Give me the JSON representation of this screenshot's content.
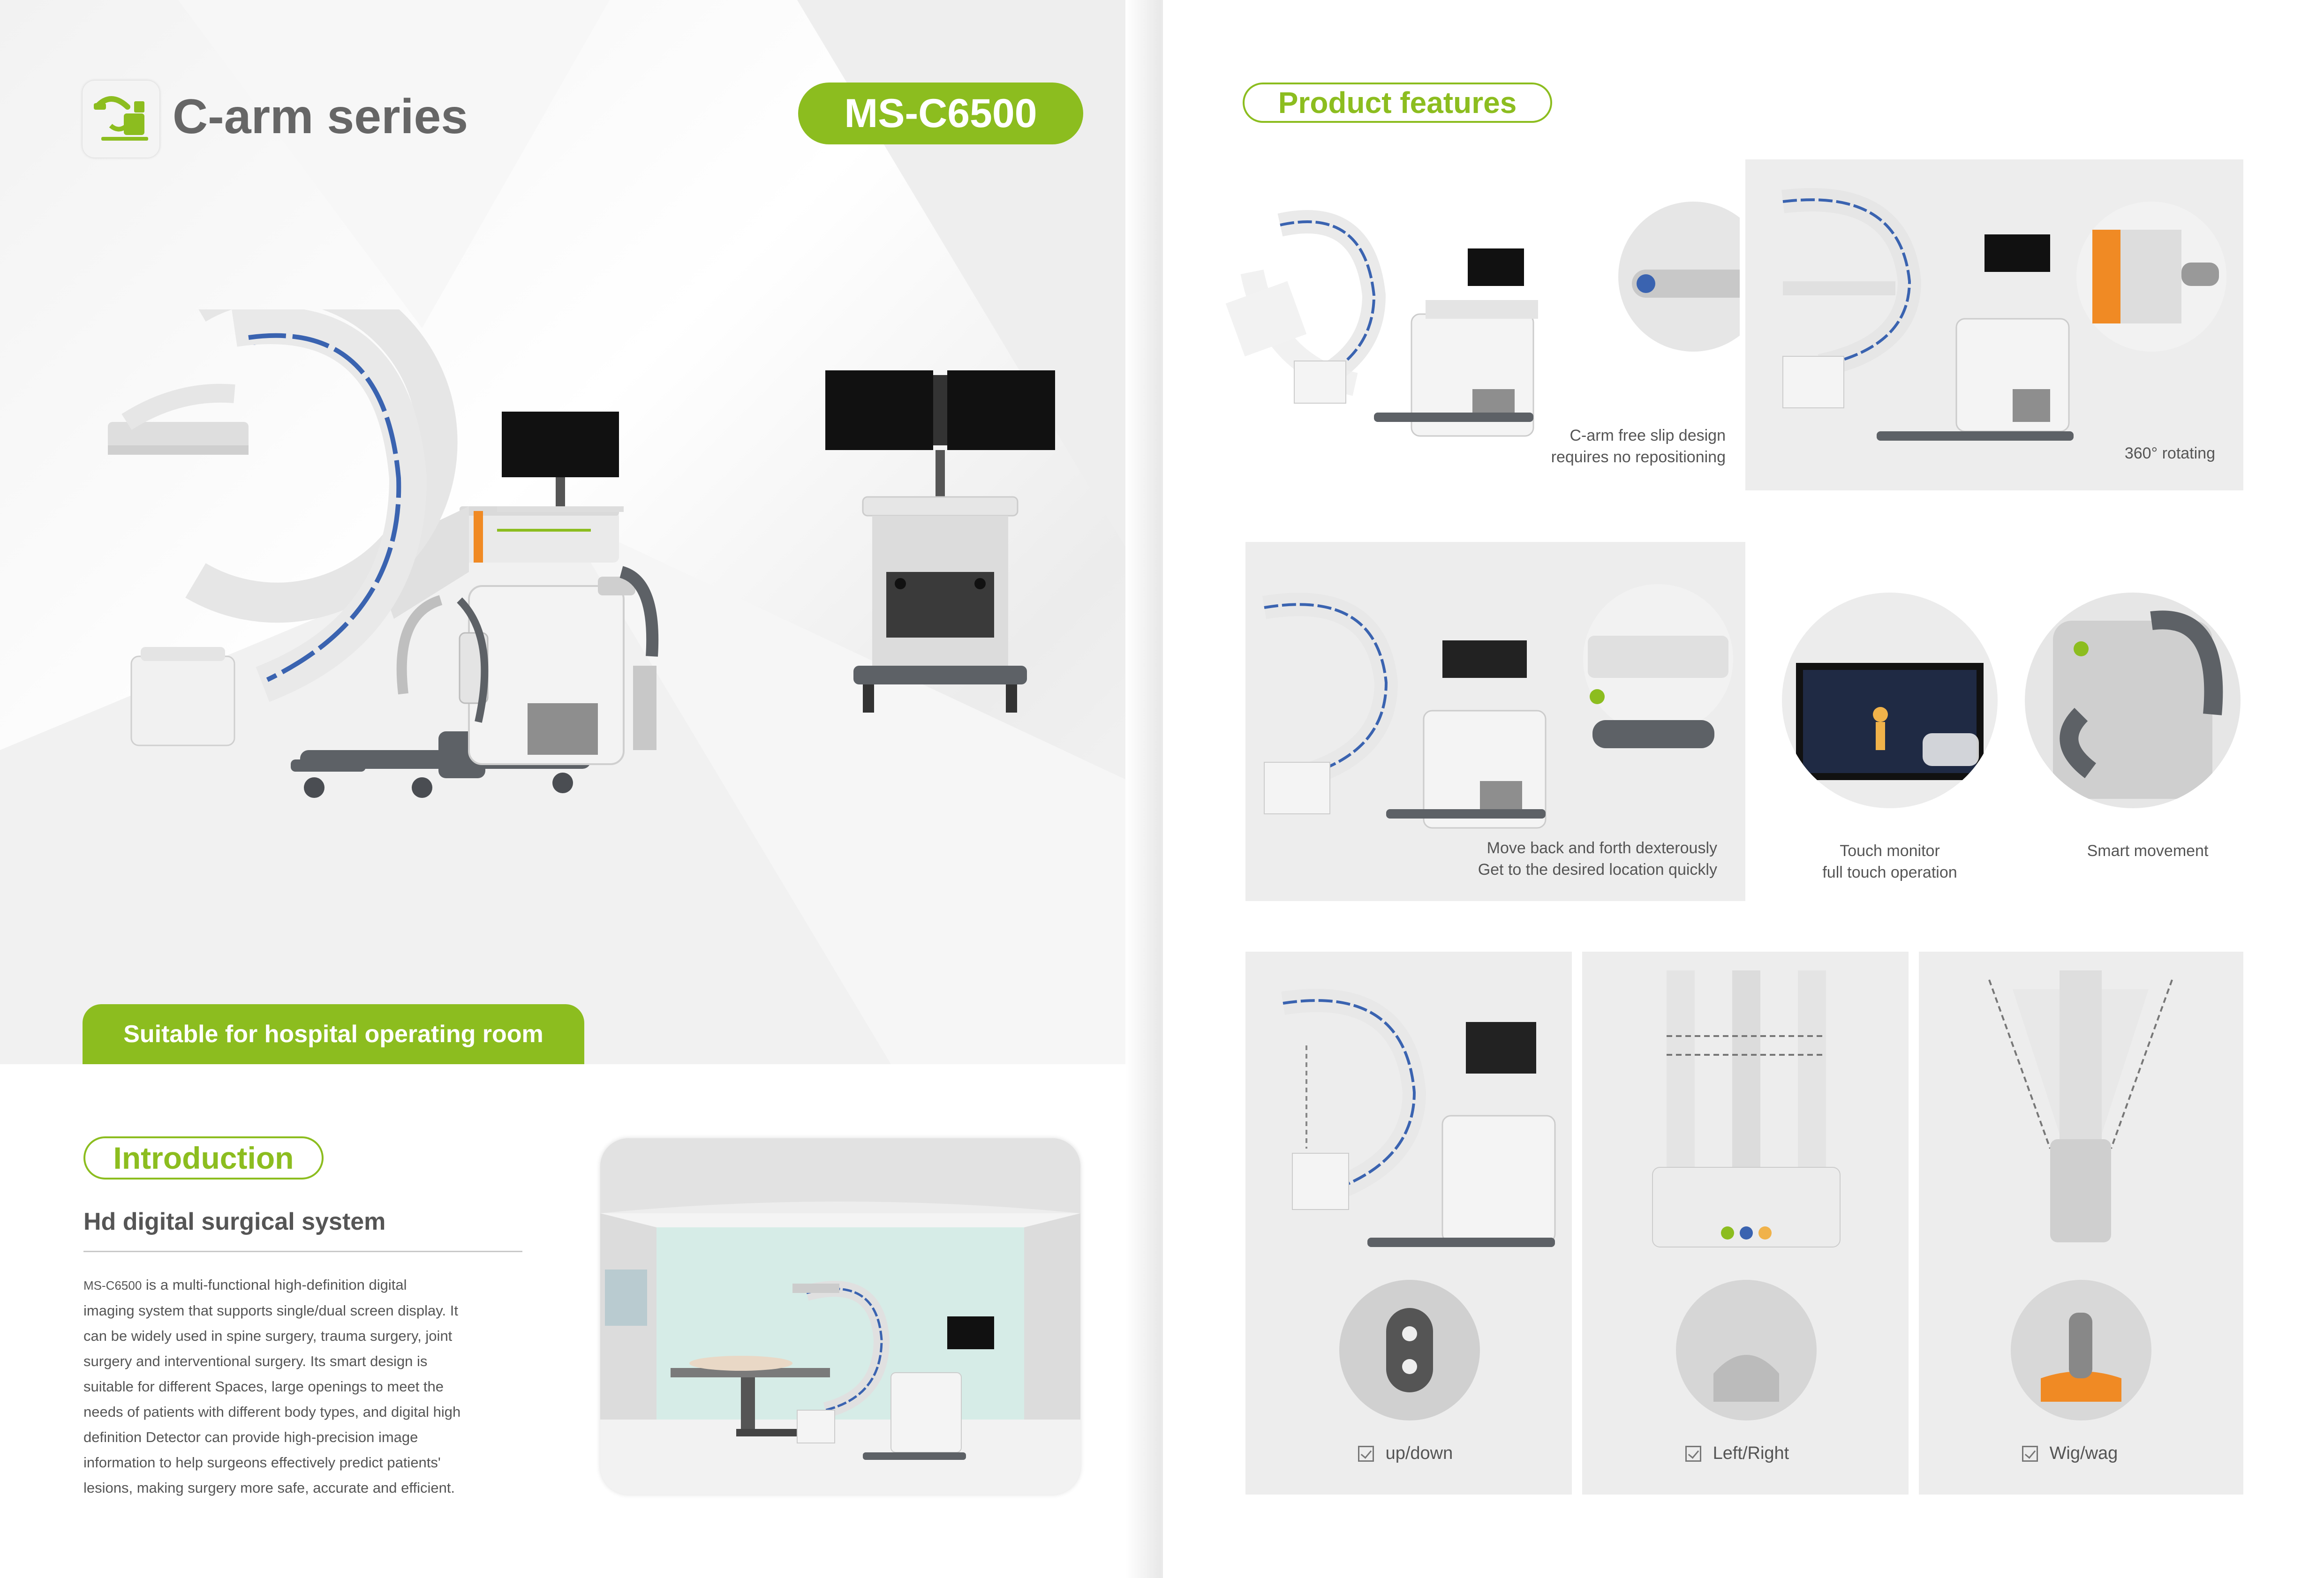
{
  "header": {
    "series_title": "C-arm series",
    "model_badge": "MS-C6500",
    "logo_icon": "c-arm-logo-icon"
  },
  "left": {
    "suitable_banner": "Suitable for hospital operating room",
    "intro_heading": "Introduction",
    "intro_subtitle": "Hd digital surgical system",
    "intro_model_ref": "MS-C6500",
    "intro_lines": [
      " is a multi-functional high-definition digital",
      "imaging system that supports single/dual screen display. It",
      "can be widely used in spine surgery, trauma surgery, joint",
      "surgery and interventional surgery. Its smart design is",
      "suitable for different Spaces, large openings to meet the",
      "needs of patients with different body types, and digital high",
      "definition Detector can provide high-precision image",
      "information to help surgeons effectively predict patients'",
      "lesions, making surgery more safe, accurate and efficient."
    ]
  },
  "right": {
    "features_heading": "Product features",
    "features": {
      "slip": [
        "C-arm free slip design",
        "requires no repositioning"
      ],
      "rotating": "360° rotating",
      "move": [
        "Move back and forth dexterously",
        "Get to the desired location quickly"
      ],
      "touch": [
        "Touch monitor",
        "full touch operation"
      ],
      "smart": "Smart movement"
    },
    "motions": {
      "updown": "up/down",
      "leftright": "Left/Right",
      "wigwag": "Wig/wag"
    }
  },
  "colors": {
    "accent": "#8cbd1f",
    "c_arm_blue": "#3a63b0",
    "panel_grey": "#ededed",
    "dark_grey": "#5d6166"
  }
}
